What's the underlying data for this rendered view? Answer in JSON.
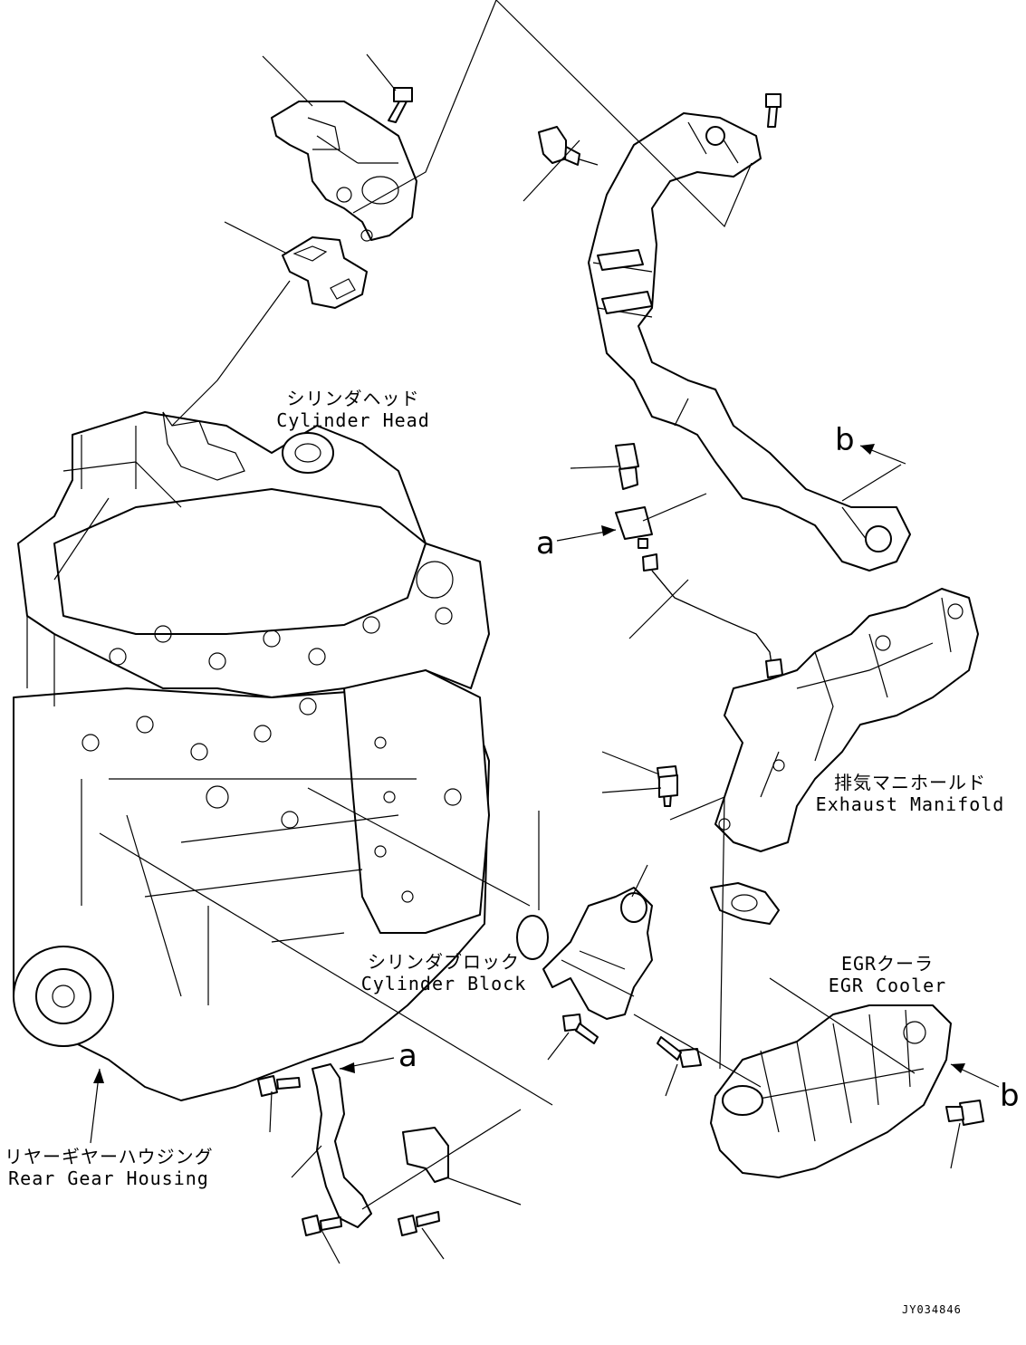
{
  "labels": {
    "cylinder_head_jp": "シリンダヘッド",
    "cylinder_head_en": "Cylinder Head",
    "cylinder_block_jp": "シリンダブロック",
    "cylinder_block_en": "Cylinder Block",
    "exhaust_manifold_jp": "排気マニホールド",
    "exhaust_manifold_en": "Exhaust Manifold",
    "egr_cooler_jp": "EGRクーラ",
    "egr_cooler_en": "EGR Cooler",
    "rear_gear_housing_jp": "リヤーギヤーハウジング",
    "rear_gear_housing_en": "Rear Gear Housing"
  },
  "view_markers": {
    "a": "a",
    "b": "b"
  },
  "drawing_code": "JY034846",
  "colors": {
    "line": "#000000",
    "background": "#ffffff"
  }
}
